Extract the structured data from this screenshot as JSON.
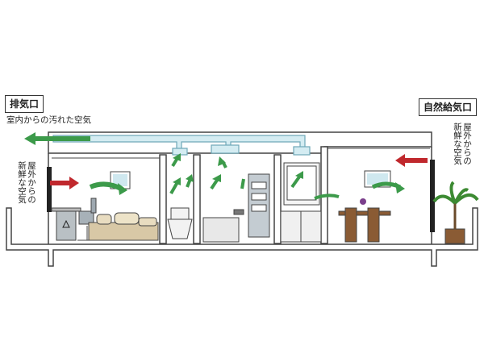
{
  "labels": {
    "exhaust_port": "排気口",
    "natural_supply_port": "自然給気口",
    "dirty_air": "室内からの汚れた空気",
    "fresh_air_left_col1": "屋外からの",
    "fresh_air_left_col2": "新鮮な空気",
    "fresh_air_right_col1": "屋外からの",
    "fresh_air_right_col2": "新鮮な空気"
  },
  "colors": {
    "duct": "#d4ecf2",
    "duct_outline": "#6fa8b8",
    "outdoor_air_arrow": "#c0282d",
    "indoor_air_arrow": "#3c9a4a",
    "wall": "#444444"
  },
  "icons": [
    "bed-icon",
    "desk-chair-icon",
    "trash-bin-icon",
    "toilet-icon",
    "bathtub-icon",
    "vanity-icon",
    "dining-table-icon",
    "palm-plant-icon",
    "picture-frame-icon"
  ]
}
